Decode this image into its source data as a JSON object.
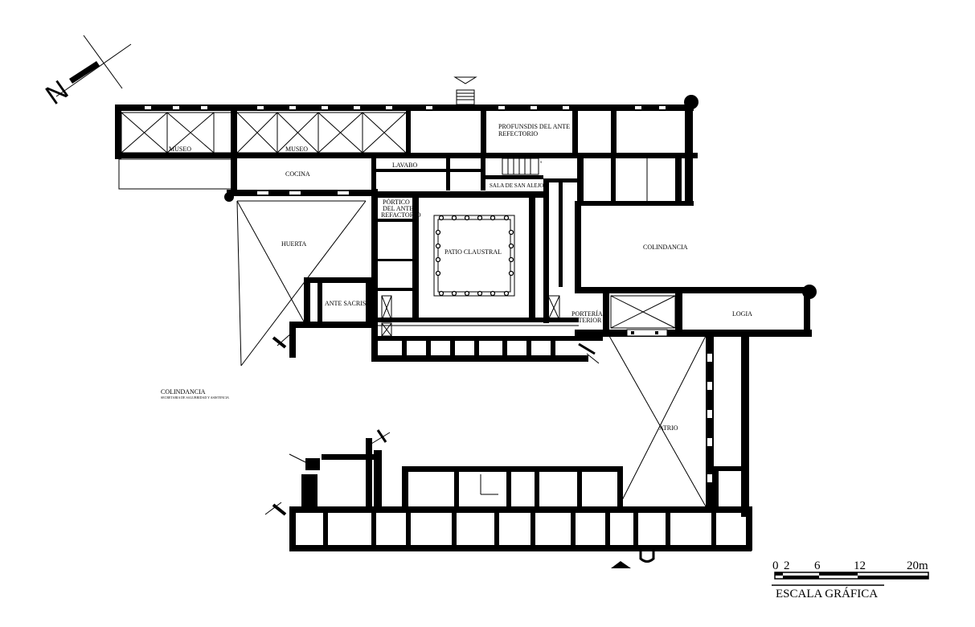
{
  "rooms": {
    "museo_1": "MUSEO",
    "museo_2": "MUSEO",
    "profundis_1": "PROFUNSDIS DEL ANTE",
    "profundis_2": "REFECTORIO",
    "cocina": "COCINA",
    "lavabo": "LAVABO",
    "sala_san_alejo": "SALA DE SAN ALEJO",
    "portico_1": "PÓRTICO",
    "portico_2": "DEL ANTE",
    "portico_3": "REFACTORIO",
    "huerta": "HUERTA",
    "patio_claustral": "PATIO CLAUSTRAL",
    "colindancia_east": "COLINDANCIA",
    "ante_sacristia": "ANTE SACRISTÍA",
    "porteria_1": "PORTERÍA",
    "porteria_2": "INTERIOR",
    "logia": "LOGIA",
    "atrio": "ATRIO",
    "colindancia_west": "COLINDANCIA",
    "colindancia_west_sub": "SECRETARIA DE SALUBRIDAD Y ASISTENCIA"
  },
  "north_label": "N",
  "stair_mark": "S",
  "scale": {
    "ticks": [
      "0",
      "2",
      "6",
      "12",
      "20m"
    ],
    "title": "ESCALA GRÁFICA"
  }
}
